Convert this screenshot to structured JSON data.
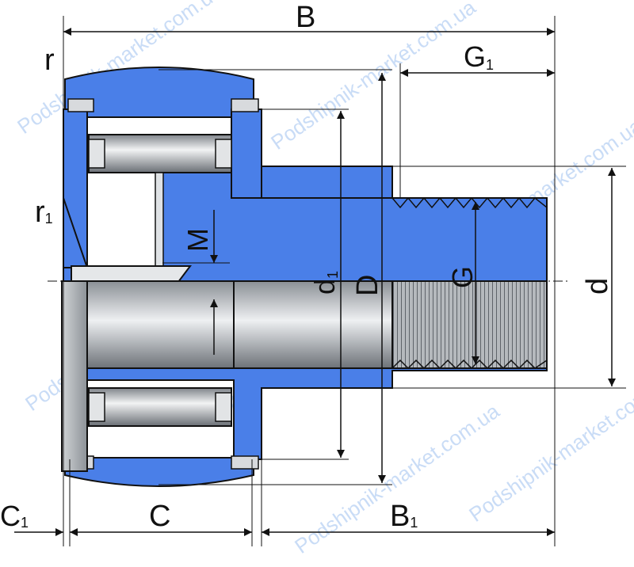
{
  "watermark": "Podshipnik-market.com.ua",
  "colors": {
    "body": "#4a7fe8",
    "steel_dark": "#7a7f86",
    "steel_light": "#e6e8ea",
    "thread": "#9ea3a8",
    "line": "#111111",
    "watermark": "#c9dcf6"
  },
  "labels": {
    "B": "B",
    "G1_main": "G",
    "G1_sub": "1",
    "r": "r",
    "r1_main": "r",
    "r1_sub": "1",
    "M": "M",
    "d1_main": "d",
    "d1_sub": "1",
    "D": "D",
    "G": "G",
    "d": "d",
    "C1_main": "C",
    "C1_sub": "1",
    "C": "C",
    "B1_main": "B",
    "B1_sub": "1"
  }
}
